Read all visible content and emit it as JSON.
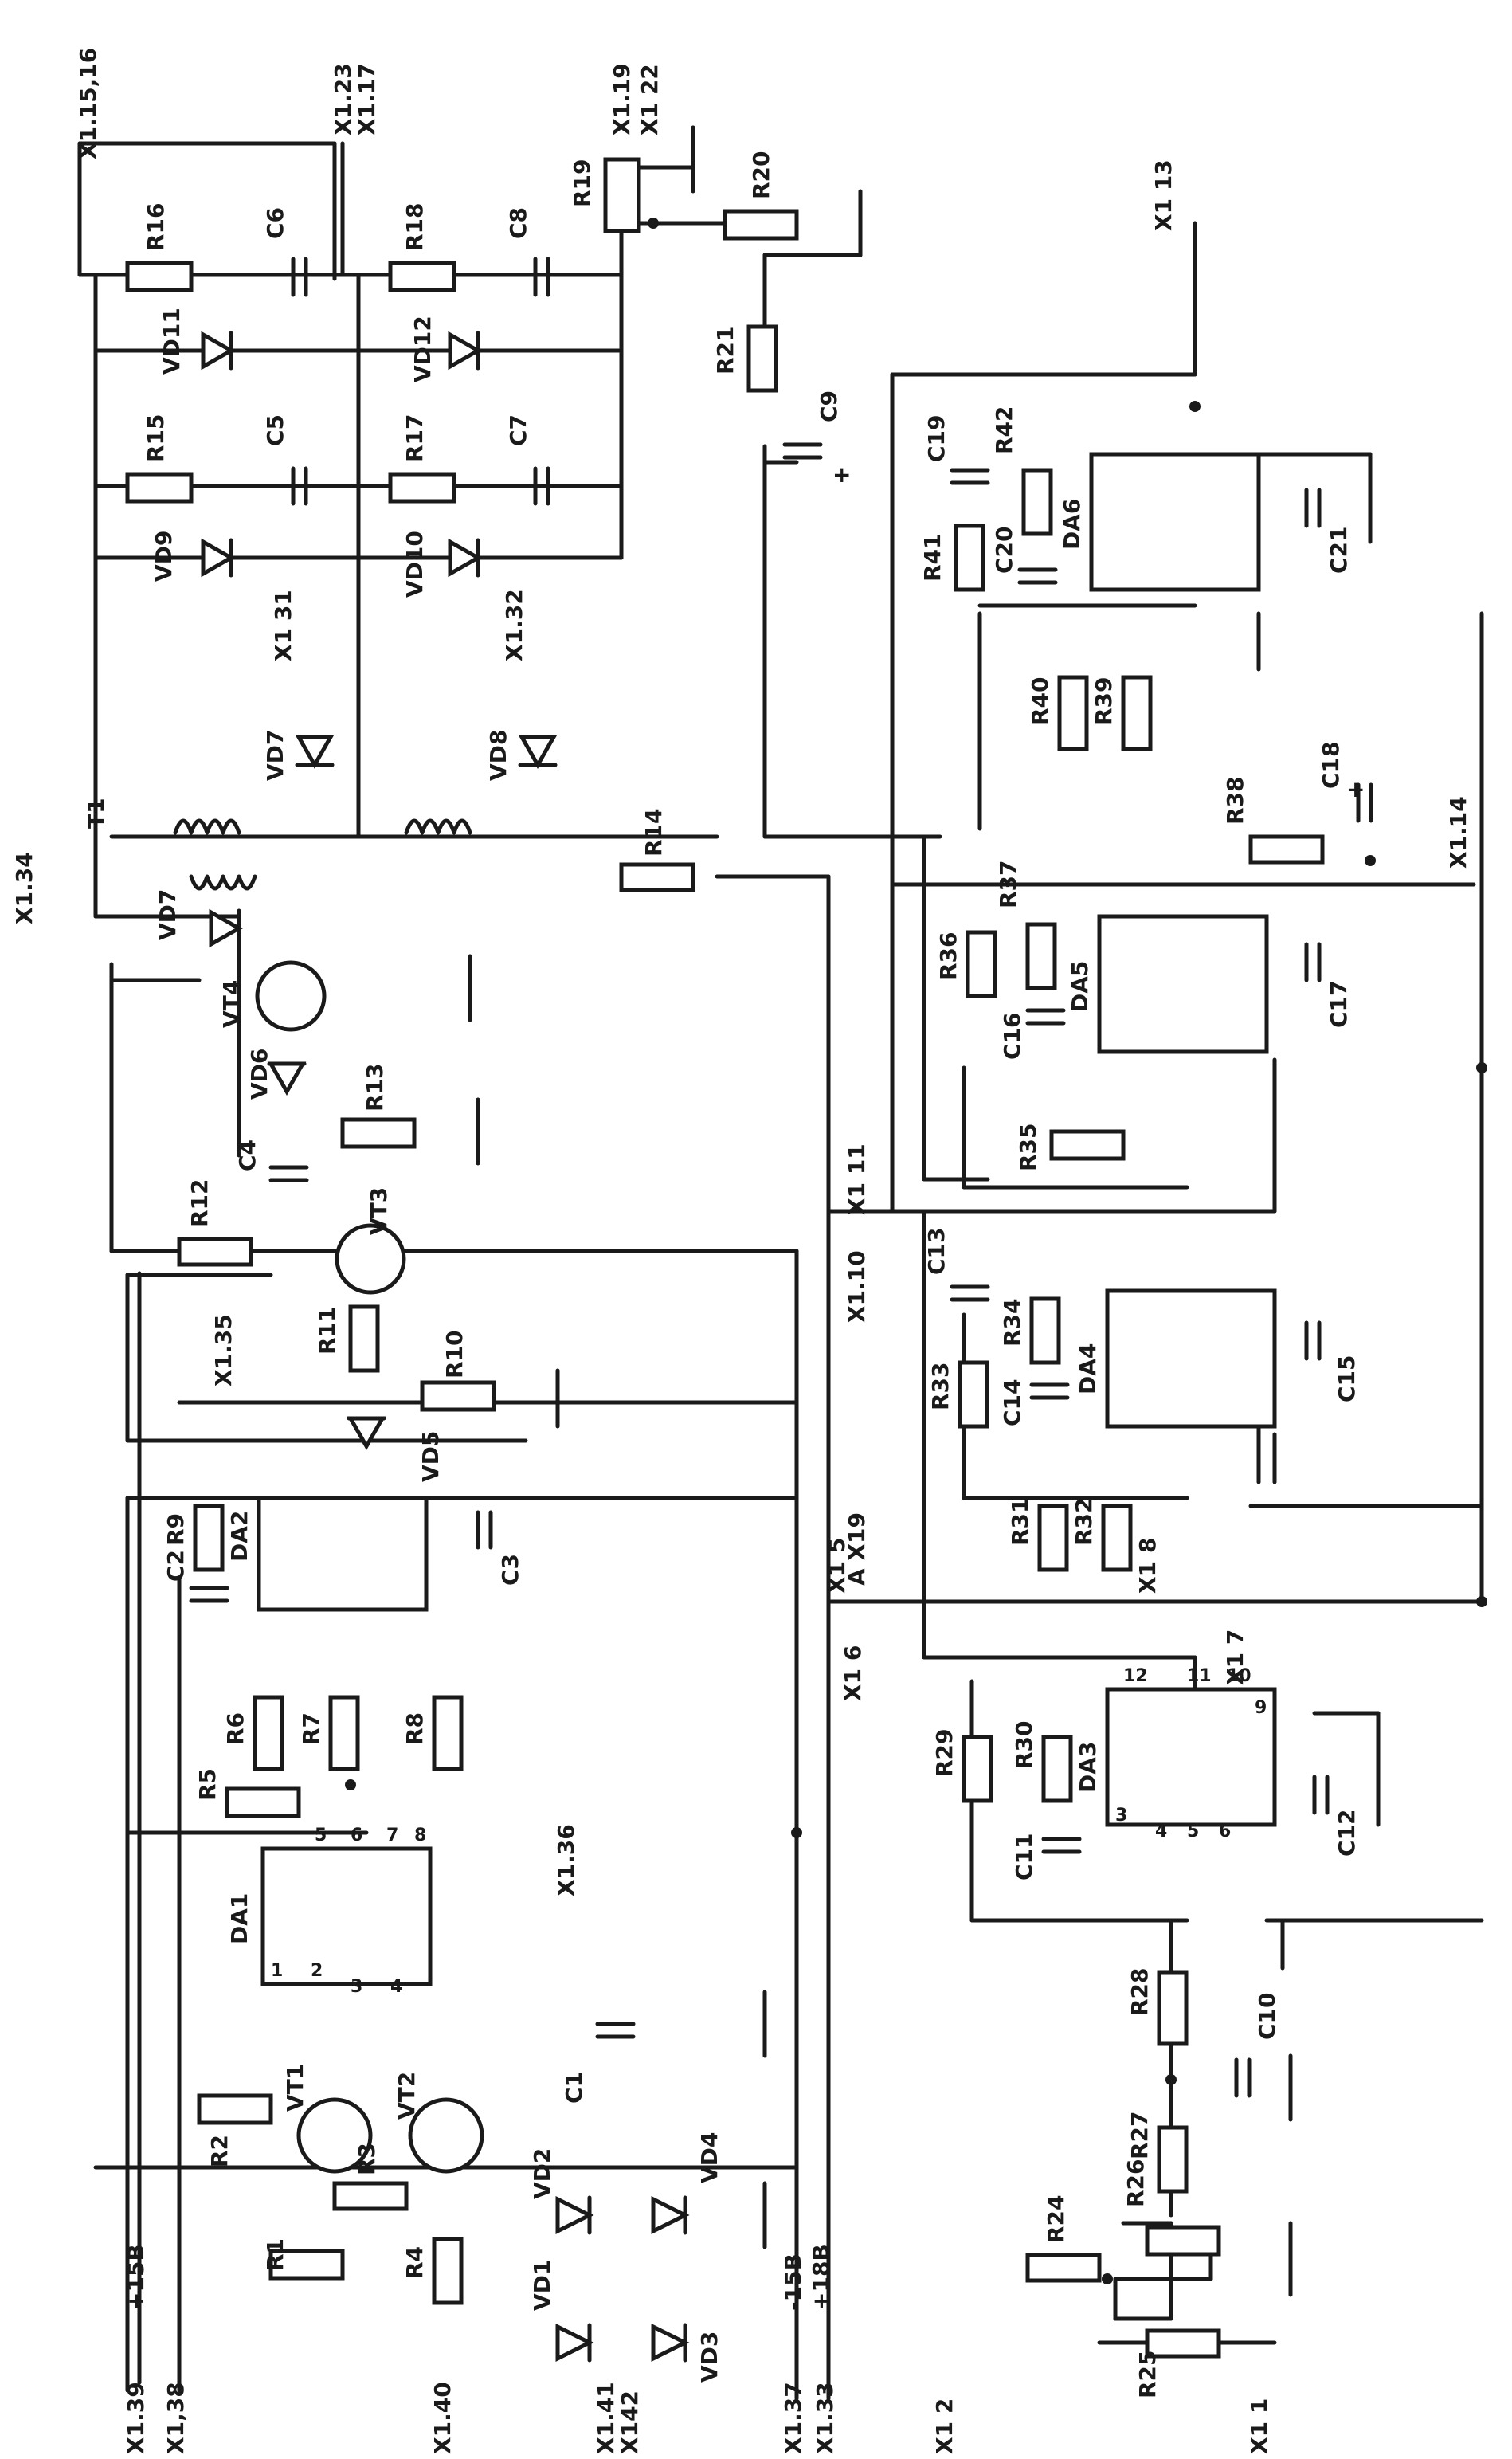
{
  "diagram": {
    "colors": {
      "ink": "#1a1a1a",
      "paper": "#ffffff"
    },
    "connectors": [
      {
        "id": "x1-15-16",
        "label": "X1.15,16"
      },
      {
        "id": "x1-23",
        "label": "X1.23"
      },
      {
        "id": "x1-17",
        "label": "X1.17"
      },
      {
        "id": "x1-19",
        "label": "X1.19"
      },
      {
        "id": "x1-22",
        "label": "X1 22"
      },
      {
        "id": "x1-13",
        "label": "X1 13"
      },
      {
        "id": "x1-31",
        "label": "X1 31"
      },
      {
        "id": "x1-32",
        "label": "X1.32"
      },
      {
        "id": "x1-34",
        "label": "X1.34"
      },
      {
        "id": "x1-14",
        "label": "X1.14"
      },
      {
        "id": "x1-11",
        "label": "X1 11"
      },
      {
        "id": "x1-10",
        "label": "X1.10"
      },
      {
        "id": "x1-35",
        "label": "X1.35"
      },
      {
        "id": "x1-9",
        "label": "A X19"
      },
      {
        "id": "x1-5",
        "label": "X1 5"
      },
      {
        "id": "x1-8",
        "label": "X1 8"
      },
      {
        "id": "x1-6",
        "label": "X1 6"
      },
      {
        "id": "x1-7",
        "label": "X1 7"
      },
      {
        "id": "x1-36",
        "label": "X1.36"
      },
      {
        "id": "x1-39",
        "label": "X1.39"
      },
      {
        "id": "x1-38",
        "label": "X1,38"
      },
      {
        "id": "x1-40",
        "label": "X1.40"
      },
      {
        "id": "x1-41",
        "label": "X1.41"
      },
      {
        "id": "x1-42",
        "label": "X142"
      },
      {
        "id": "x1-37",
        "label": "X1.37"
      },
      {
        "id": "x1-33",
        "label": "X1.33"
      },
      {
        "id": "x1-2",
        "label": "X1 2"
      },
      {
        "id": "x1-1",
        "label": "X1 1"
      }
    ],
    "rails": [
      {
        "id": "plus15",
        "label": "+15В"
      },
      {
        "id": "minus15",
        "label": "-15В"
      },
      {
        "id": "plus18",
        "label": "+18В"
      }
    ],
    "components": [
      {
        "id": "t1",
        "label": "T1"
      },
      {
        "id": "r1",
        "label": "R1"
      },
      {
        "id": "r2",
        "label": "R2"
      },
      {
        "id": "r3",
        "label": "R3"
      },
      {
        "id": "r4",
        "label": "R4"
      },
      {
        "id": "r5",
        "label": "R5"
      },
      {
        "id": "r6",
        "label": "R6"
      },
      {
        "id": "r7",
        "label": "R7"
      },
      {
        "id": "r8",
        "label": "R8"
      },
      {
        "id": "r9",
        "label": "R9"
      },
      {
        "id": "r10",
        "label": "R10"
      },
      {
        "id": "r11",
        "label": "R11"
      },
      {
        "id": "r12",
        "label": "R12"
      },
      {
        "id": "r13",
        "label": "R13"
      },
      {
        "id": "r14",
        "label": "R14"
      },
      {
        "id": "r15",
        "label": "R15"
      },
      {
        "id": "r16",
        "label": "R16"
      },
      {
        "id": "r17",
        "label": "R17"
      },
      {
        "id": "r18",
        "label": "R18"
      },
      {
        "id": "r19",
        "label": "R19"
      },
      {
        "id": "r20",
        "label": "R20"
      },
      {
        "id": "r21",
        "label": "R21"
      },
      {
        "id": "r24",
        "label": "R24"
      },
      {
        "id": "r25",
        "label": "R25"
      },
      {
        "id": "r26",
        "label": "R26"
      },
      {
        "id": "r27",
        "label": "R27"
      },
      {
        "id": "r28",
        "label": "R28"
      },
      {
        "id": "r29",
        "label": "R29"
      },
      {
        "id": "r30",
        "label": "R30"
      },
      {
        "id": "r31",
        "label": "R31"
      },
      {
        "id": "r32",
        "label": "R32"
      },
      {
        "id": "r33",
        "label": "R33"
      },
      {
        "id": "r34",
        "label": "R34"
      },
      {
        "id": "r35",
        "label": "R35"
      },
      {
        "id": "r36",
        "label": "R36"
      },
      {
        "id": "r37",
        "label": "R37"
      },
      {
        "id": "r38",
        "label": "R38"
      },
      {
        "id": "r39",
        "label": "R39"
      },
      {
        "id": "r40",
        "label": "R40"
      },
      {
        "id": "r41",
        "label": "R41"
      },
      {
        "id": "r42",
        "label": "R42"
      },
      {
        "id": "c1",
        "label": "C1"
      },
      {
        "id": "c2",
        "label": "C2"
      },
      {
        "id": "c3",
        "label": "C3"
      },
      {
        "id": "c4",
        "label": "C4"
      },
      {
        "id": "c5",
        "label": "C5"
      },
      {
        "id": "c6",
        "label": "C6"
      },
      {
        "id": "c7",
        "label": "C7"
      },
      {
        "id": "c8",
        "label": "C8"
      },
      {
        "id": "c9",
        "label": "C9"
      },
      {
        "id": "c10",
        "label": "C10"
      },
      {
        "id": "c11",
        "label": "C11"
      },
      {
        "id": "c12",
        "label": "C12"
      },
      {
        "id": "c13",
        "label": "C13"
      },
      {
        "id": "c14",
        "label": "C14"
      },
      {
        "id": "c15",
        "label": "C15"
      },
      {
        "id": "c16",
        "label": "C16"
      },
      {
        "id": "c17",
        "label": "C17"
      },
      {
        "id": "c18",
        "label": "C18"
      },
      {
        "id": "c19",
        "label": "C19"
      },
      {
        "id": "c20",
        "label": "C20"
      },
      {
        "id": "c21",
        "label": "C21"
      },
      {
        "id": "vd1",
        "label": "VD1"
      },
      {
        "id": "vd2",
        "label": "VD2"
      },
      {
        "id": "vd3",
        "label": "VD3"
      },
      {
        "id": "vd4",
        "label": "VD4"
      },
      {
        "id": "vd5",
        "label": "VD5"
      },
      {
        "id": "vd6",
        "label": "VD6"
      },
      {
        "id": "vd7a",
        "label": "VD7"
      },
      {
        "id": "vd7b",
        "label": "VD7"
      },
      {
        "id": "vd8",
        "label": "VD8"
      },
      {
        "id": "vd9",
        "label": "VD9"
      },
      {
        "id": "vd10",
        "label": "VD10"
      },
      {
        "id": "vd11",
        "label": "VD11"
      },
      {
        "id": "vd12",
        "label": "VD12"
      },
      {
        "id": "vt1",
        "label": "VT1"
      },
      {
        "id": "vt2",
        "label": "VT2"
      },
      {
        "id": "vt3",
        "label": "VT3"
      },
      {
        "id": "vt4",
        "label": "VT4"
      },
      {
        "id": "da1",
        "label": "DA1"
      },
      {
        "id": "da2",
        "label": "DA2"
      },
      {
        "id": "da3",
        "label": "DA3"
      },
      {
        "id": "da4",
        "label": "DA4"
      },
      {
        "id": "da5",
        "label": "DA5"
      },
      {
        "id": "da6",
        "label": "DA6"
      }
    ],
    "ic_pins": [
      "1",
      "2",
      "3",
      "4",
      "5",
      "6",
      "7",
      "8",
      "9",
      "10",
      "11",
      "12"
    ],
    "polarity_marks": [
      "+",
      "+"
    ]
  }
}
